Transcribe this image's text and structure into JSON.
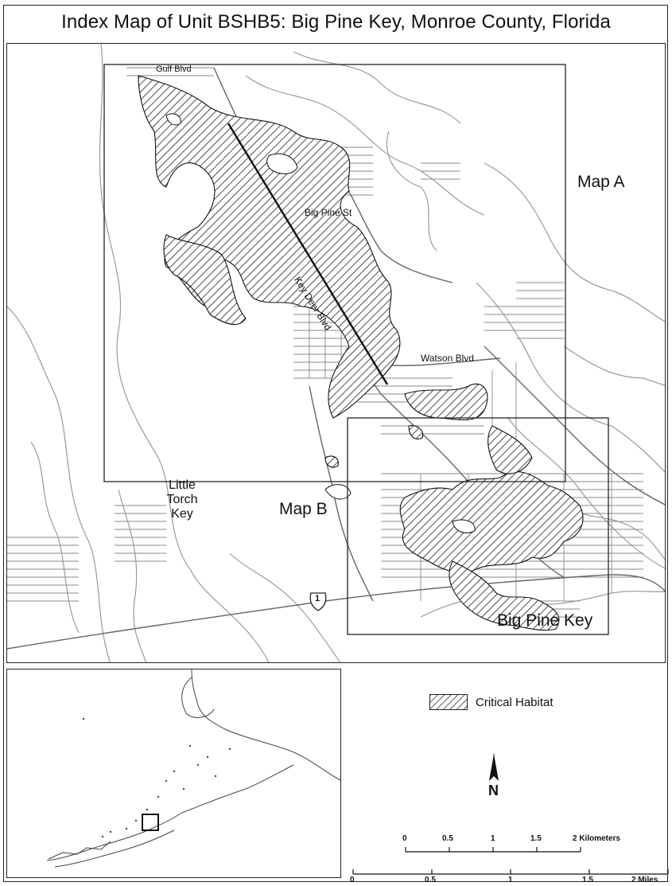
{
  "title": "Index Map of Unit BSHB5: Big Pine Key, Monroe County, Florida",
  "map_labels": {
    "gulf_blvd": "Gulf Blvd",
    "big_pine_st": "Big Pine St",
    "key_deer_blvd": "Key Deer Blvd",
    "watson_blvd": "Watson Blvd",
    "map_a": "Map A",
    "map_b": "Map B",
    "little_torch_key": "Little Torch Key",
    "big_pine_key": "Big Pine Key",
    "us1_shield": "1"
  },
  "legend": {
    "critical_habitat": "Critical Habitat"
  },
  "north_arrow": {
    "letter": "N"
  },
  "scale": {
    "km": {
      "ticks": [
        "0",
        "0.5",
        "1",
        "1.5"
      ],
      "end_label": "2 Kilometers"
    },
    "mi": {
      "ticks": [
        "0",
        "0.5",
        "1",
        "1.5"
      ],
      "end_label": "2 Miles"
    }
  },
  "colors": {
    "ink": "#111111",
    "road": "#8a8a8a",
    "coast": "#9a9a9a",
    "habitat_hatch": "#222222"
  }
}
